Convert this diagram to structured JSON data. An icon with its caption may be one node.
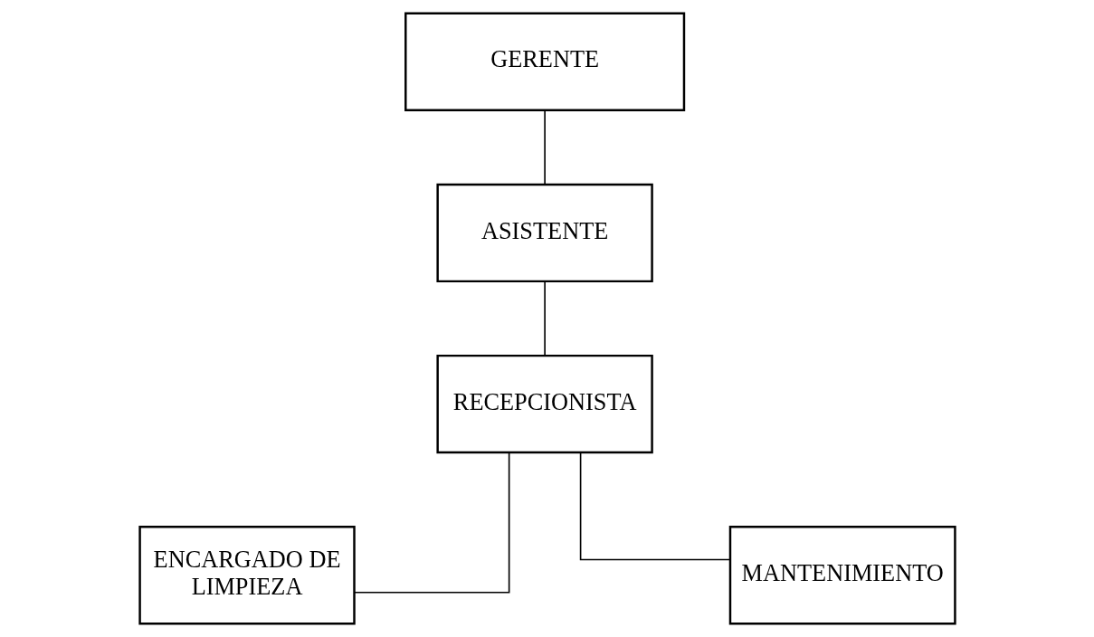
{
  "diagram": {
    "nodes": [
      {
        "text": [
          "GERENTE"
        ]
      },
      {
        "text": [
          "ASISTENTE"
        ]
      },
      {
        "text": [
          "RECEPCIONISTA"
        ]
      },
      {
        "text": [
          "ENCARGADO DE LIMPIEZA"
        ]
      },
      {
        "text": [
          "MANTENIMIENTO"
        ]
      }
    ],
    "edges": [
      {
        "from": 0,
        "to": 1,
        "arrow": "none"
      },
      {
        "from": 1,
        "to": 2,
        "arrow": "none"
      },
      {
        "from": 2,
        "to": 3,
        "arrow": "none"
      },
      {
        "from": 2,
        "to": 4,
        "arrow": "none"
      }
    ]
  }
}
